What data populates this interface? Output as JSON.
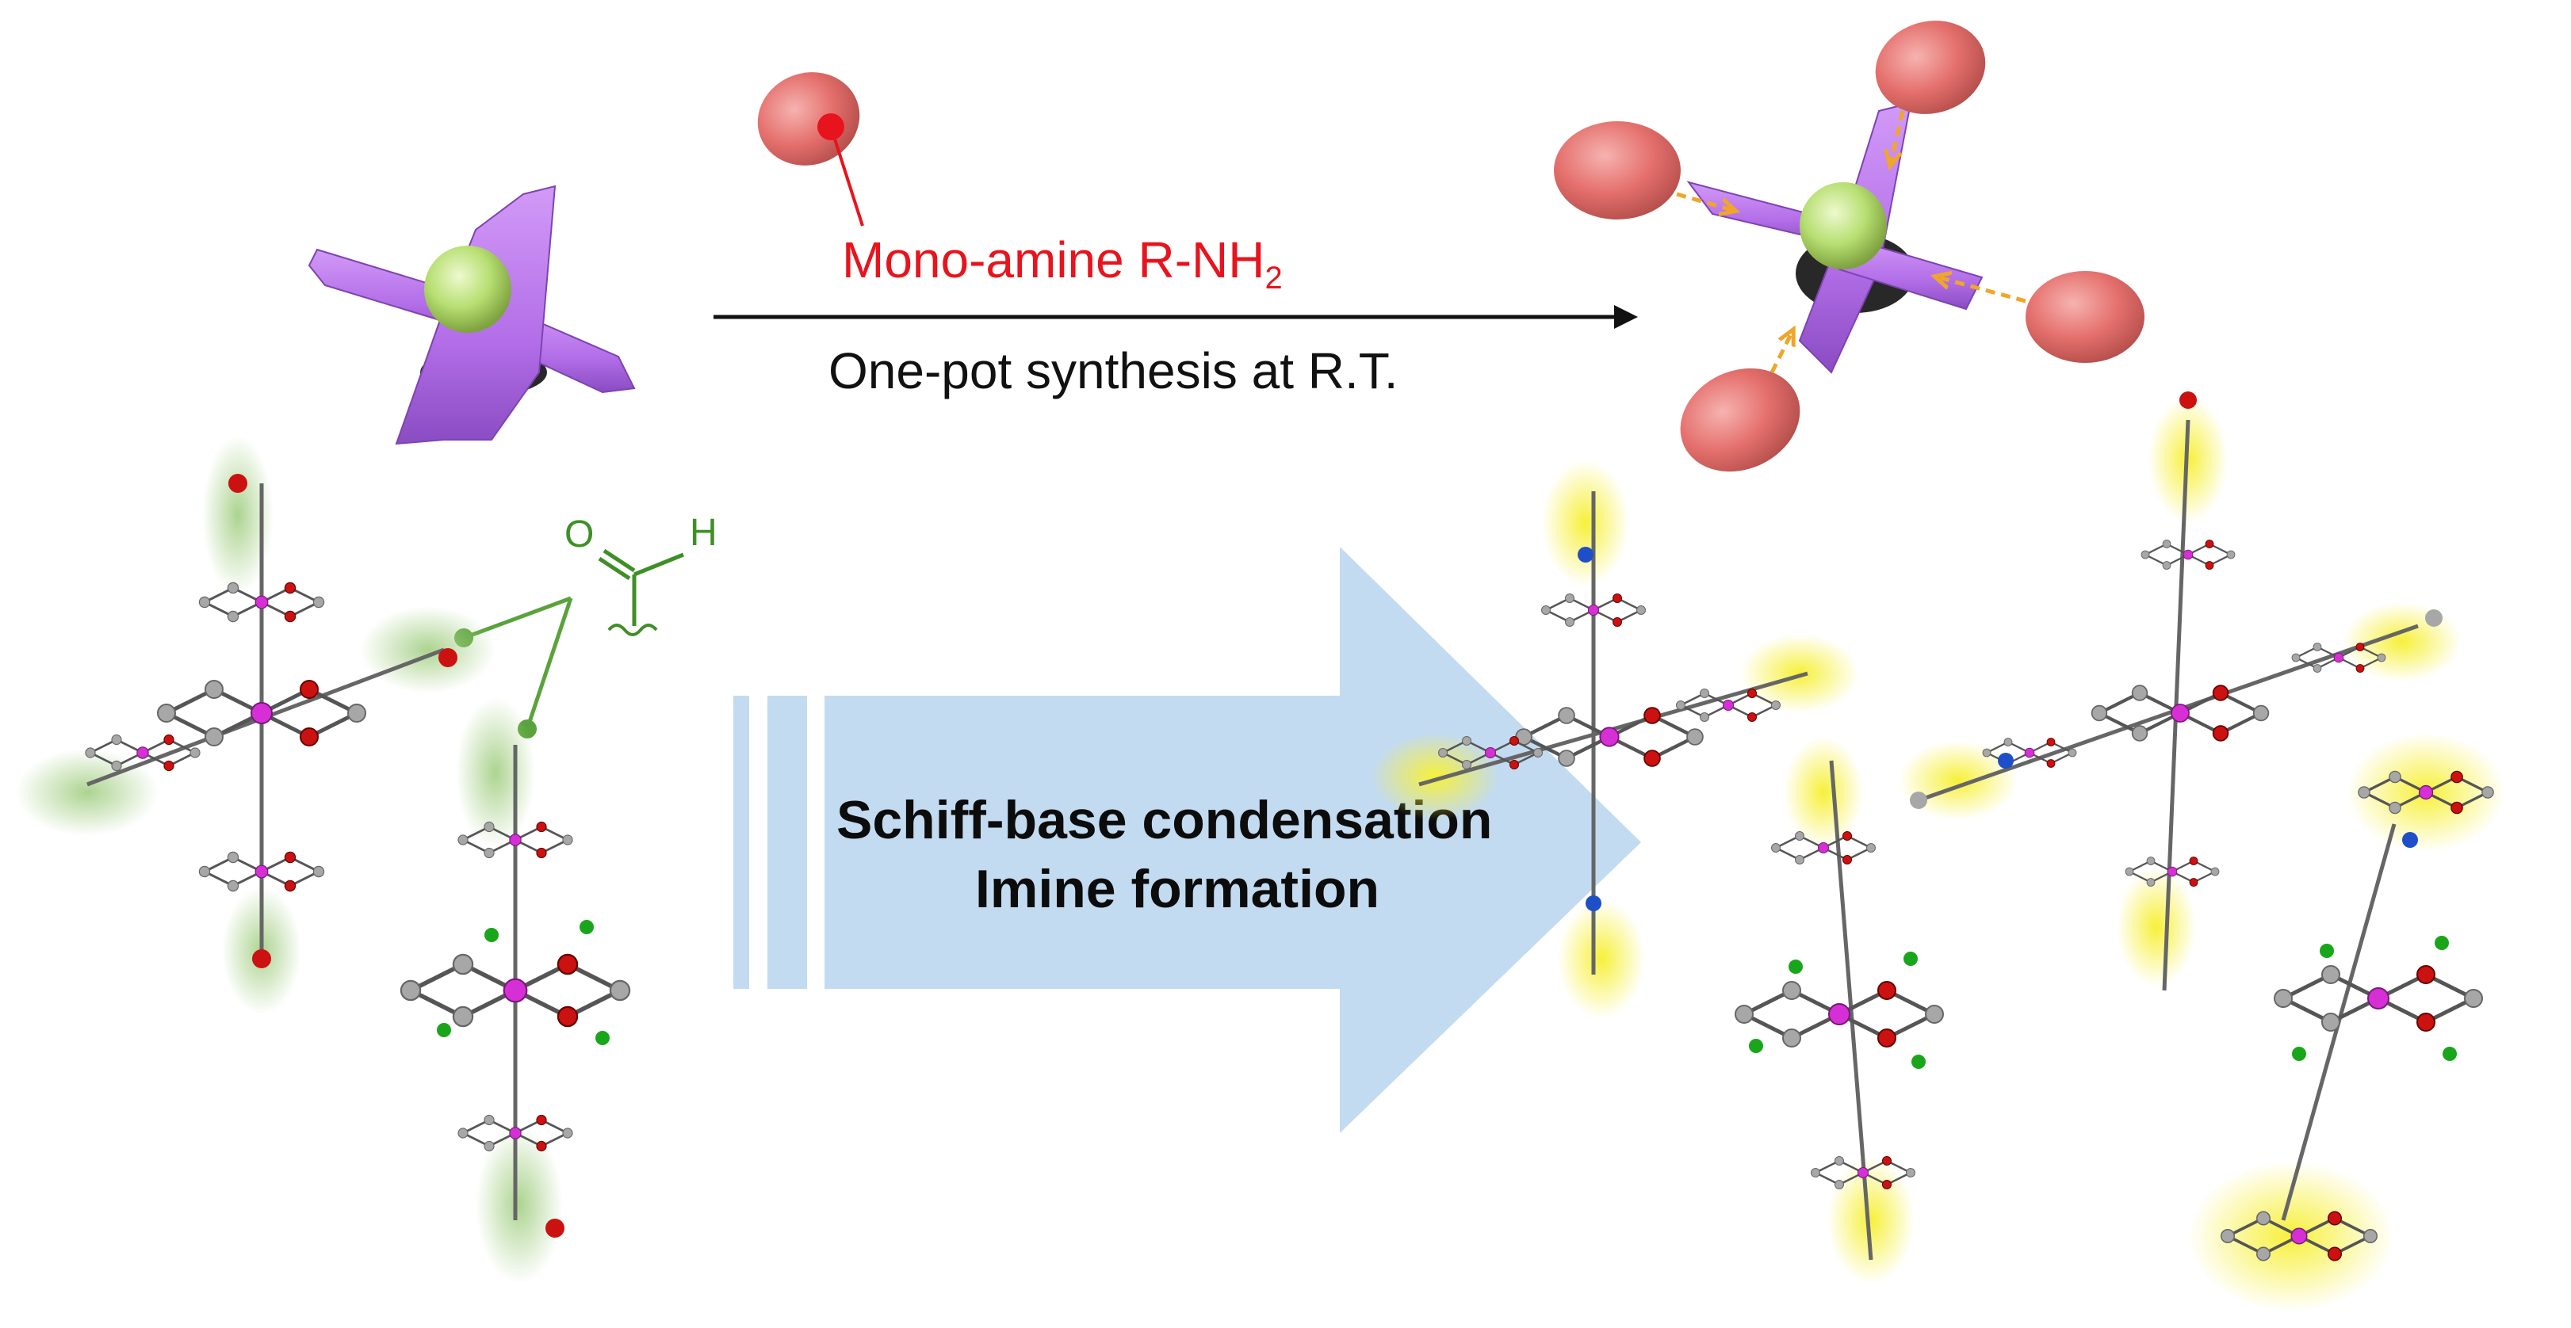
{
  "scheme": {
    "reagent_label": "Mono-amine R-NH",
    "reagent_subscript": "2",
    "condition_label": "One-pot synthesis at R.T.",
    "big_arrow_line1": "Schiff-base condensation",
    "big_arrow_line2": "Imine formation",
    "aldehyde_O": "O",
    "aldehyde_H": "H"
  },
  "colors": {
    "rod_purple": "#b36ee8",
    "core_green": "#b7df72",
    "amine_capsule": "#e46f6c",
    "amine_dot": "#e8141d",
    "arrow_fill": "#c3dbf0",
    "aldehyde_green": "#3f8f27",
    "glow_green": "#a8d18a",
    "glow_yellow": "#f7f03a",
    "dashed_arrow": "#f0a62a",
    "atom_carbon": "#a7a7a7",
    "atom_oxygen": "#cc1111",
    "atom_metal": "#d62fd6",
    "atom_chlorine": "#1aa61a",
    "atom_nitrogen": "#1f4fc8"
  },
  "icons": [
    "cross-linker-model",
    "amine-capsule",
    "reaction-arrow",
    "big-process-arrow",
    "aldehyde-fragment",
    "crystal-structures"
  ]
}
